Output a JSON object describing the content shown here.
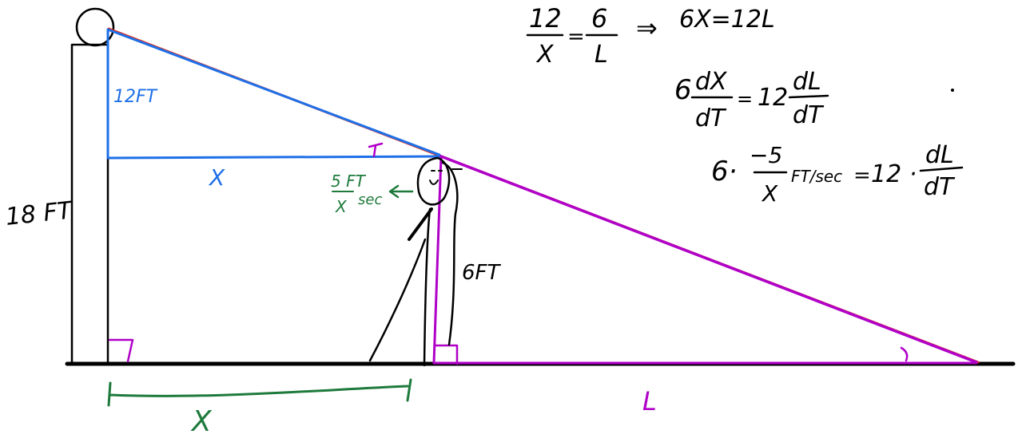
{
  "colors": {
    "ink": "#000000",
    "blue": "#1e6fe8",
    "purple": "#b000c8",
    "green": "#1e7a3c",
    "red": "#e0321e"
  },
  "labels": {
    "pole_height": "18 FT",
    "blue_height": "12FT",
    "blue_x": "X",
    "person_height": "6FT",
    "speed_num": "5 FT",
    "speed_den": "sec",
    "speed_x": "X",
    "ground_x": "X",
    "shadow_l": "L"
  },
  "equations": {
    "eq1": {
      "num1": "12",
      "den1": "X",
      "eq": "=",
      "num2": "6",
      "den2": "L",
      "implies": "⇒",
      "rhs": "6X=12L"
    },
    "eq2": {
      "coef": "6",
      "num1": "dX",
      "den1": "dT",
      "eq": "=",
      "mid": "12",
      "num2": "dL",
      "den2": "dT"
    },
    "eq3": {
      "lhs": "6·",
      "num1": "−5",
      "den1": "X",
      "unit": "FT/sec",
      "eq": "=",
      "mid": "12 ·",
      "num2": "dL",
      "den2": "dT"
    }
  }
}
